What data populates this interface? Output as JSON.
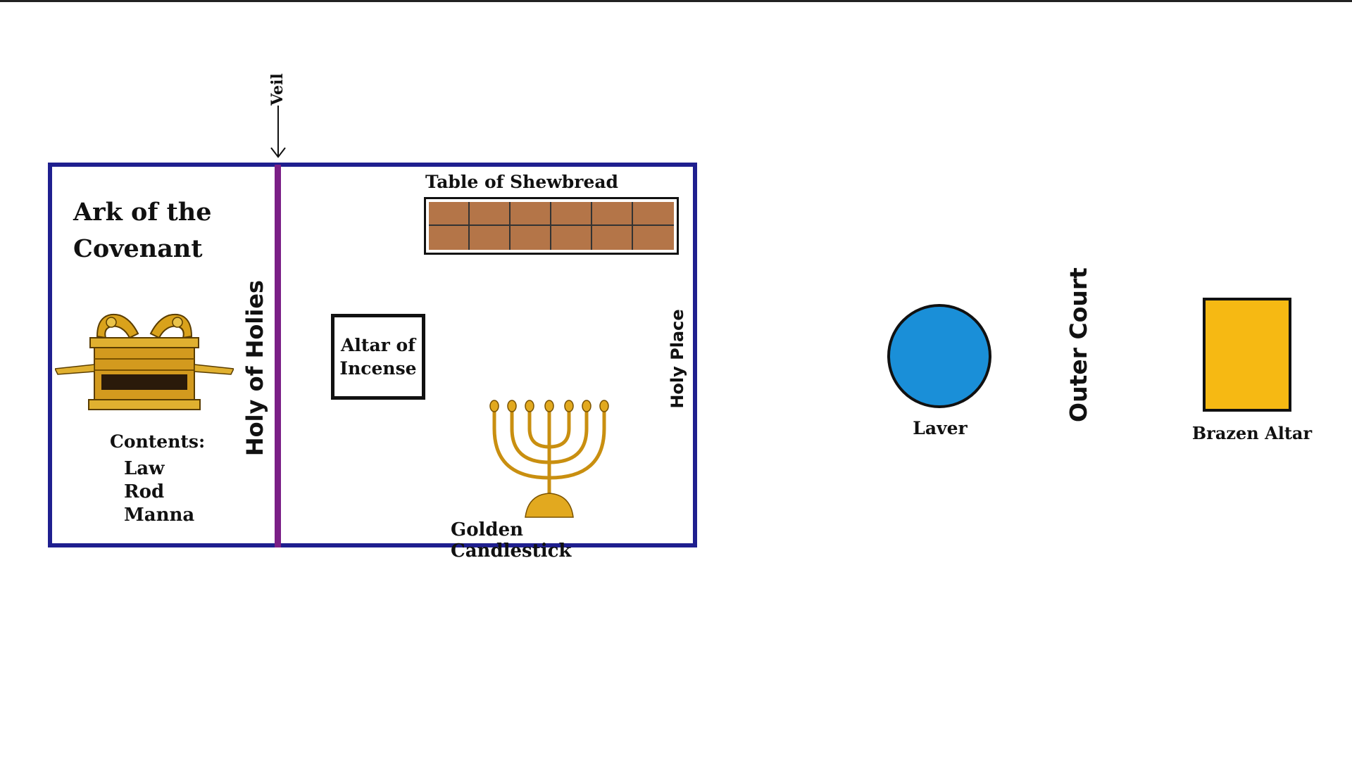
{
  "labels": {
    "veil": "Veil",
    "ark_line1": "Ark of the",
    "ark_line2": "Covenant",
    "contents_title": "Contents:",
    "contents_items": [
      "Law",
      "Rod",
      "Manna"
    ],
    "holy_of_holies": "Holy of Holies",
    "table_of_shewbread": "Table of Shewbread",
    "altar_line1": "Altar of",
    "altar_line2": "Incense",
    "golden_candlestick": "Golden Candlestick",
    "holy_place": "Holy Place",
    "laver": "Laver",
    "outer_court": "Outer Court",
    "brazen_altar": "Brazen Altar"
  },
  "colors": {
    "tabernacle_border": "#1f1f8f",
    "veil": "#7a1f86",
    "table_wood": "#b47548",
    "laver": "#1a8fd8",
    "brazen_altar": "#f6b913",
    "gold": "#d9a21b"
  },
  "icons": {
    "ark": "ark-of-covenant-icon",
    "candlestick": "menorah-icon",
    "arrow": "arrow-down-icon"
  }
}
